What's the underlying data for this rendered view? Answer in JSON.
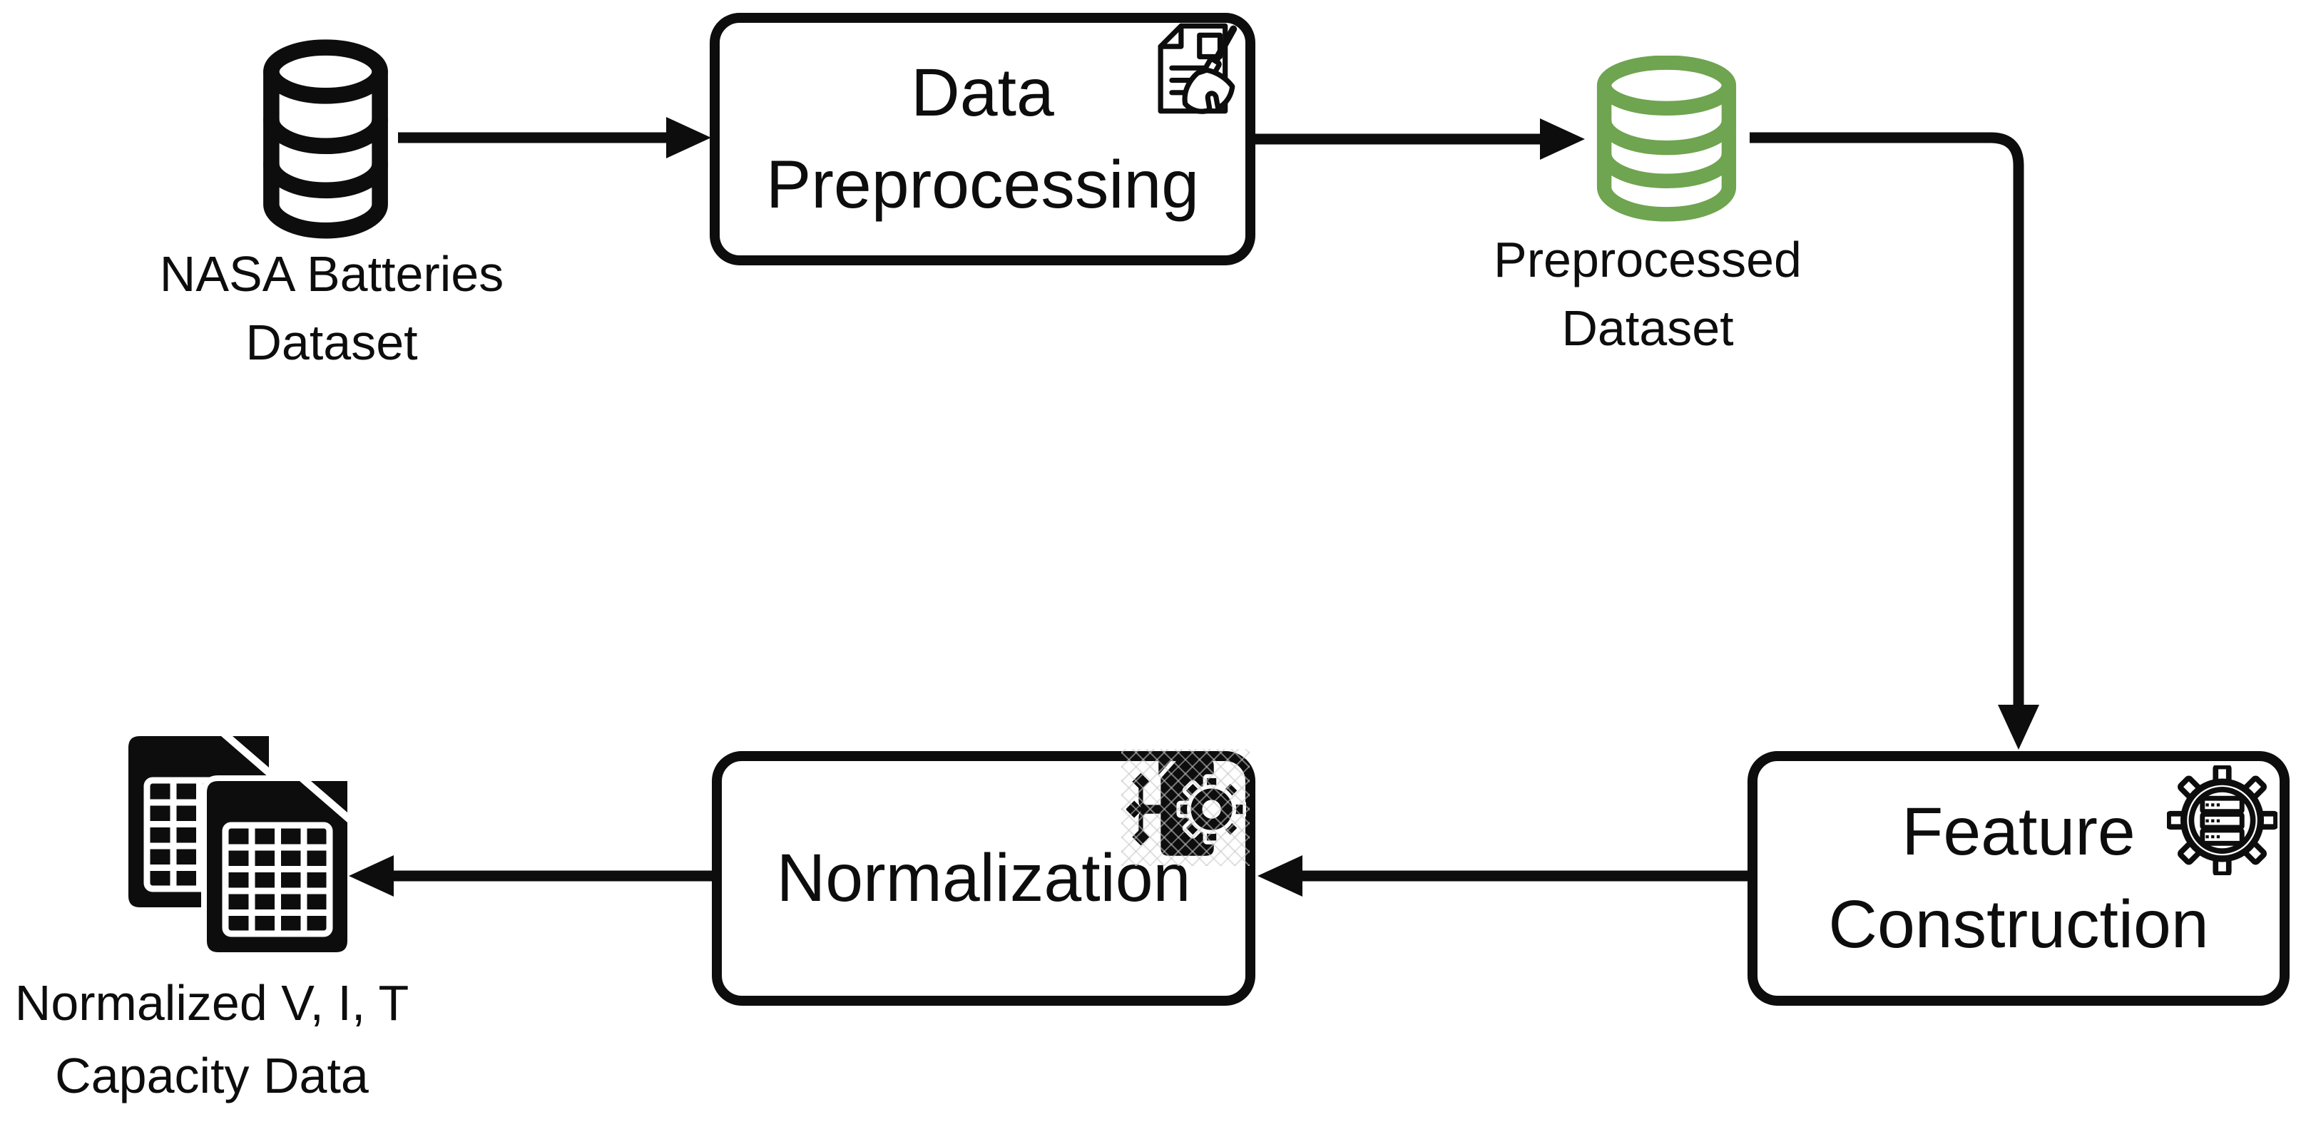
{
  "diagram": {
    "type": "flowchart",
    "colors": {
      "ink": "#0d0d0d",
      "green": "#6FA450",
      "bg": "#ffffff"
    },
    "nodes": {
      "source_dataset": {
        "icon": "database-icon",
        "label_line1": "NASA Batteries",
        "label_line2": "Dataset"
      },
      "data_preprocessing": {
        "icon": "document-broom-icon",
        "label_line1": "Data",
        "label_line2": "Preprocessing"
      },
      "preprocessed_dataset": {
        "icon": "database-icon",
        "label_line1": "Preprocessed",
        "label_line2": "Dataset",
        "icon_color": "#6FA450"
      },
      "feature_construction": {
        "icon": "gear-servers-icon",
        "label_line1": "Feature",
        "label_line2": "Construction"
      },
      "normalization": {
        "icon": "document-gear-icon",
        "label_line1": "Normalization"
      },
      "output_data": {
        "icon": "spreadsheet-files-icon",
        "label_line1": "Normalized V, I, T",
        "label_line2": "Capacity Data"
      }
    },
    "edges": [
      {
        "from": "source_dataset",
        "to": "data_preprocessing"
      },
      {
        "from": "data_preprocessing",
        "to": "preprocessed_dataset"
      },
      {
        "from": "preprocessed_dataset",
        "to": "feature_construction"
      },
      {
        "from": "feature_construction",
        "to": "normalization"
      },
      {
        "from": "normalization",
        "to": "output_data"
      }
    ]
  }
}
